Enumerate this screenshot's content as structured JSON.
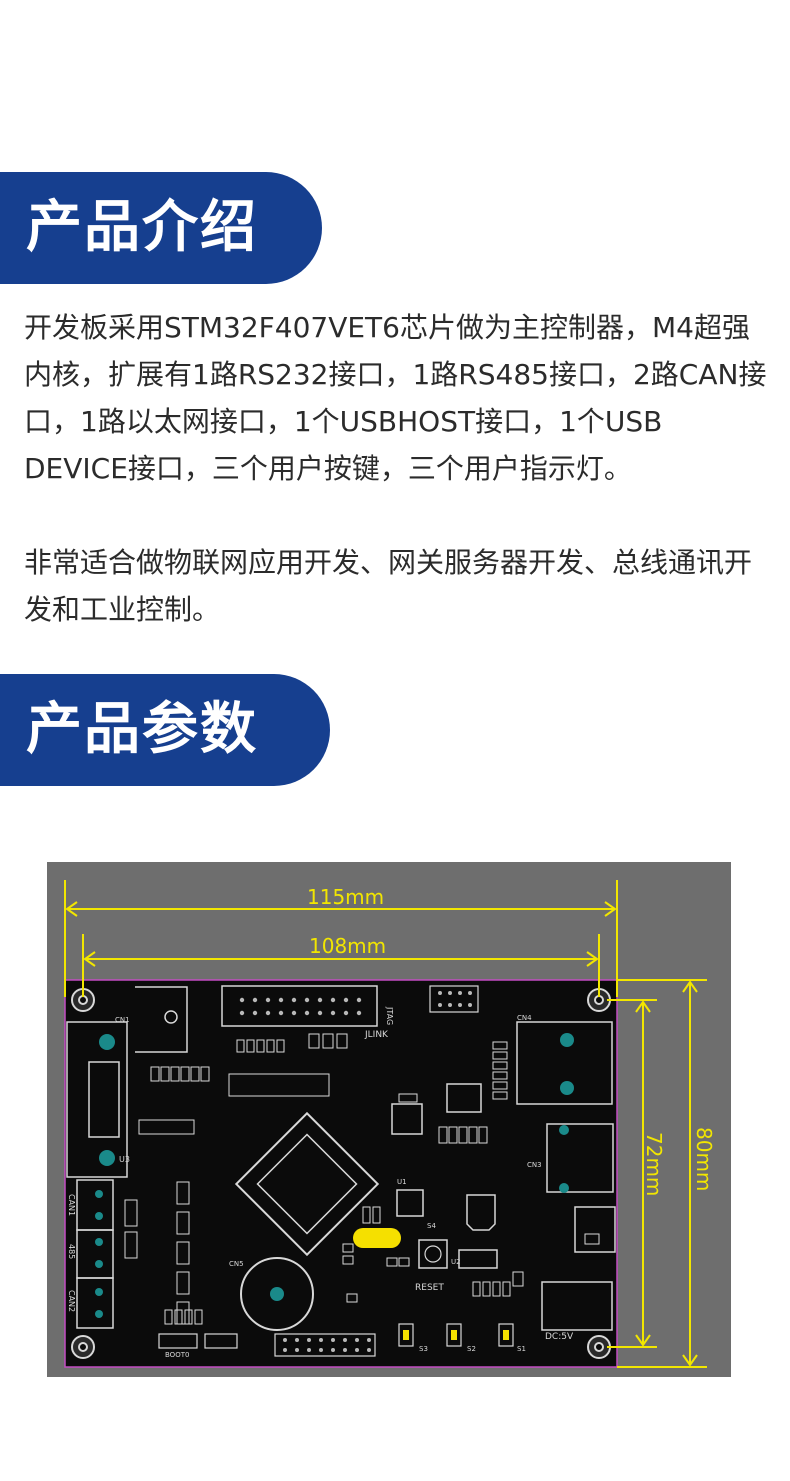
{
  "sections": {
    "intro": {
      "title": "产品介绍",
      "paragraph1": "开发板采用STM32F407VET6芯片做为主控制器，M4超强内核，扩展有1路RS232接口，1路RS485接口，2路CAN接口，1路以太网接口，1个USBHOST接口，1个USB DEVICE接口，三个用户按键，三个用户指示灯。",
      "paragraph2": "非常适合做物联网应用开发、网关服务器开发、总线通讯开发和工业控制。"
    },
    "params": {
      "title": "产品参数"
    }
  },
  "pcb": {
    "dimensions": {
      "width_outer": "115mm",
      "width_inner": "108mm",
      "height_inner": "72mm",
      "height_outer": "80mm"
    },
    "labels": {
      "jlink": "JLINK",
      "jtag": "JTAG",
      "reset": "RESET",
      "boot": "BOOT0",
      "can1": "CAN1",
      "rs485": "485",
      "can2": "CAN2",
      "dc": "DC:5V",
      "cn1": "CN1",
      "cn3": "CN3",
      "cn4": "CN4",
      "cn5": "CN5",
      "u3": "U3",
      "u1": "U1",
      "u2": "U2",
      "s1": "S1",
      "s2": "S2",
      "s3": "S3",
      "s4": "S4"
    },
    "colors": {
      "background": "#6e6e6e",
      "board": "#0b0b0b",
      "silkscreen": "#d8d8d8",
      "dimension": "#f2e600",
      "crystal": "#f5e000",
      "board_outline": "#c34dc3",
      "pad": "#b9b9b9",
      "copper": "#1a8a8a"
    }
  }
}
